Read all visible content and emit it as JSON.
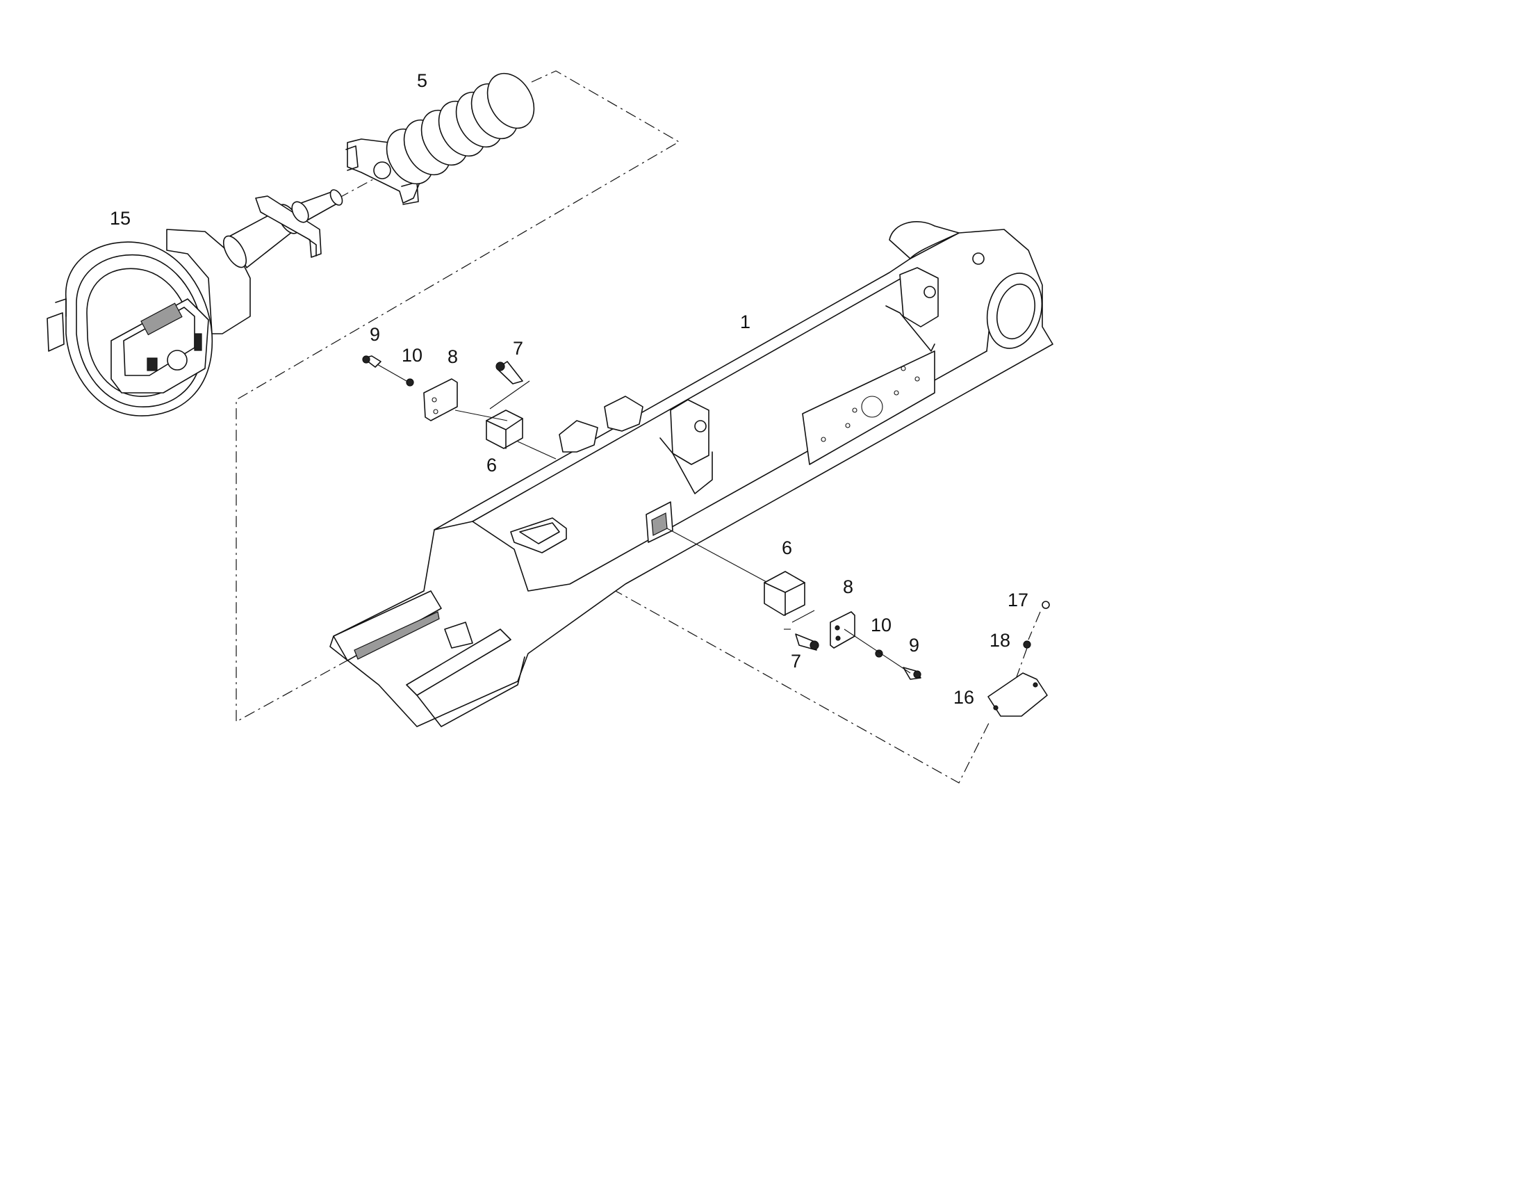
{
  "diagram": {
    "callouts": [
      {
        "id": "5",
        "text": "5"
      },
      {
        "id": "15",
        "text": "15"
      },
      {
        "id": "1",
        "text": "1"
      },
      {
        "id": "9a",
        "text": "9"
      },
      {
        "id": "10a",
        "text": "10"
      },
      {
        "id": "8a",
        "text": "8"
      },
      {
        "id": "7a",
        "text": "7"
      },
      {
        "id": "6a",
        "text": "6"
      },
      {
        "id": "6b",
        "text": "6"
      },
      {
        "id": "8b",
        "text": "8"
      },
      {
        "id": "10b",
        "text": "10"
      },
      {
        "id": "9b",
        "text": "9"
      },
      {
        "id": "7b",
        "text": "7"
      },
      {
        "id": "17",
        "text": "17"
      },
      {
        "id": "18",
        "text": "18"
      },
      {
        "id": "16",
        "text": "16"
      }
    ]
  }
}
